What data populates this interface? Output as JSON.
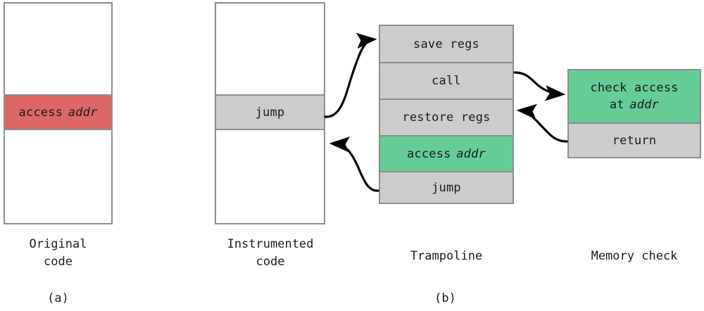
{
  "figure": {
    "subfigures": [
      {
        "id": "a",
        "label": "(a)"
      },
      {
        "id": "b",
        "label": "(b)"
      }
    ]
  },
  "panel_a": {
    "caption": "Original\ncode",
    "column_name": "original-code",
    "rows": [
      {
        "kind": "empty",
        "label": "",
        "fill": "white"
      },
      {
        "kind": "highlight",
        "label": "access",
        "emphasis": "addr",
        "fill": "#dd6666"
      },
      {
        "kind": "empty",
        "label": "",
        "fill": "white"
      }
    ]
  },
  "panel_b": {
    "caption": "(b)",
    "columns": [
      {
        "name": "instrumented-code",
        "caption": "Instrumented\ncode",
        "rows": [
          {
            "kind": "empty",
            "label": "",
            "fill": "white"
          },
          {
            "kind": "instruction",
            "label": "jump",
            "fill": "#cccccc"
          },
          {
            "kind": "empty",
            "label": "",
            "fill": "white"
          }
        ]
      },
      {
        "name": "trampoline",
        "caption": "Trampoline",
        "rows": [
          {
            "kind": "instruction",
            "label": "save regs",
            "fill": "#cccccc"
          },
          {
            "kind": "instruction",
            "label": "call",
            "fill": "#cccccc"
          },
          {
            "kind": "instruction",
            "label": "restore regs",
            "fill": "#cccccc"
          },
          {
            "kind": "highlight",
            "label": "access",
            "emphasis": "addr",
            "fill": "#66cc95"
          },
          {
            "kind": "instruction",
            "label": "jump",
            "fill": "#cccccc"
          }
        ]
      },
      {
        "name": "memory-check",
        "caption": "Memory check",
        "rows": [
          {
            "kind": "highlight",
            "label": "check access",
            "label2": "at",
            "emphasis": "addr",
            "fill": "#66cc95"
          },
          {
            "kind": "instruction",
            "label": "return",
            "fill": "#cccccc"
          }
        ]
      }
    ]
  },
  "arrows": [
    {
      "name": "jump-to-trampoline",
      "from": "instrumented-code.jump",
      "to": "trampoline.save-regs"
    },
    {
      "name": "trampoline-jump-back",
      "from": "trampoline.jump",
      "to": "instrumented-code.after-jump"
    },
    {
      "name": "call-to-memory-check",
      "from": "trampoline.call",
      "to": "memory-check.check-access"
    },
    {
      "name": "memory-check-return",
      "from": "memory-check.return",
      "to": "trampoline.restore-regs"
    }
  ],
  "colors": {
    "highlight_red": "#dd6666",
    "highlight_green": "#66cc95",
    "instruction_gray": "#cccccc",
    "border_gray": "#8c8c8c",
    "arrow_black": "#000000",
    "text": "#1a1a1a",
    "background": "#ffffff"
  }
}
